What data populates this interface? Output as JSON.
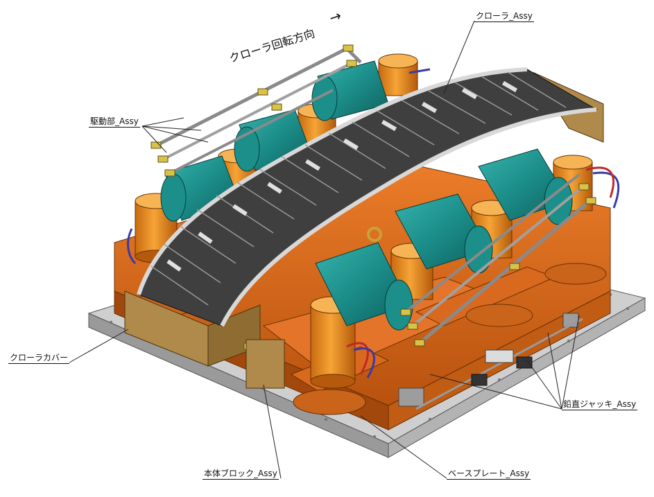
{
  "labels": {
    "rotation_direction": "クローラ回転方向",
    "rotation_arrow": "→",
    "crawler_assy": "クローラ_Assy",
    "drive_unit_assy": "駆動部_Assy",
    "crawler_cover": "クローラカバー",
    "body_block_assy": "本体ブロック_Assy",
    "base_plate_assy": "ベースプレート_Assy",
    "vertical_jack_assy": "鉛直ジャッキ_Assy"
  },
  "colors": {
    "base_plate": "#c7c7c7",
    "body_block": "#dd6a1b",
    "jack_cylinder": "#f39a2a",
    "drive_motor": "#1f9a96",
    "crawler_pad": "#4a4a4a",
    "crawler_link": "#d8d8d8",
    "cover": "#b08a4a",
    "fitting": "#d8c24a",
    "hose_blue": "#3a3aa8",
    "hose_red": "#c02828"
  }
}
